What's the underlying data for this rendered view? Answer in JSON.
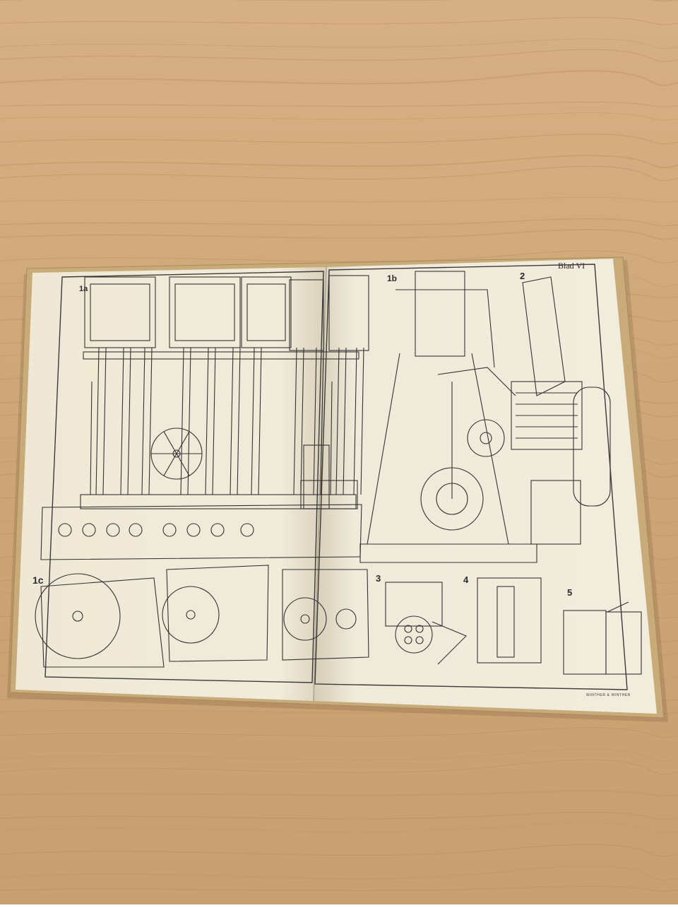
{
  "plate": {
    "sheet_title": "Blad VI",
    "printer_credit": "WINTHER & WINTHER",
    "figures": [
      "1a",
      "1b",
      "2",
      "1c",
      "3",
      "4",
      "5"
    ]
  },
  "colors": {
    "table_wood": "#cfa77a",
    "table_grain": "#b98e60",
    "paper": "#f2ecdb",
    "book_cover": "#c5a673",
    "ink": "#2f2f2f"
  }
}
